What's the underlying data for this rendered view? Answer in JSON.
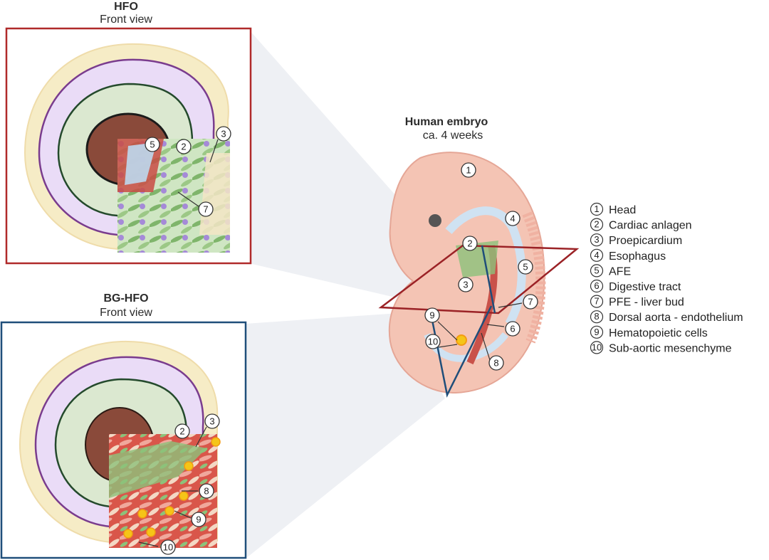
{
  "panels": {
    "hfo": {
      "title": "HFO",
      "subtitle": "Front view",
      "frame_color": "#b02a2a"
    },
    "bg_hfo": {
      "title": "BG-HFO",
      "subtitle": "Front view",
      "frame_color": "#1f4e7a"
    }
  },
  "embryo": {
    "title": "Human embryo",
    "subtitle": "ca. 4 weeks"
  },
  "legend": [
    {
      "num": "1",
      "label": "Head"
    },
    {
      "num": "2",
      "label": "Cardiac anlagen"
    },
    {
      "num": "3",
      "label": "Proepicardium"
    },
    {
      "num": "4",
      "label": "Esophagus"
    },
    {
      "num": "5",
      "label": "AFE"
    },
    {
      "num": "6",
      "label": "Digestive tract"
    },
    {
      "num": "7",
      "label": "PFE - liver bud"
    },
    {
      "num": "8",
      "label": "Dorsal aorta - endothelium"
    },
    {
      "num": "9",
      "label": "Hematopoietic cells"
    },
    {
      "num": "10",
      "label": "Sub-aortic mesenchyme"
    }
  ],
  "markers": {
    "hfo": [
      "5",
      "2",
      "3",
      "7"
    ],
    "bg_hfo": [
      "2",
      "3",
      "8",
      "9",
      "10"
    ],
    "embryo": [
      "1",
      "4",
      "2",
      "5",
      "3",
      "7",
      "9",
      "10",
      "6",
      "8"
    ]
  },
  "colors": {
    "tissue_outer": "#f6ecc6",
    "tissue_purple": "#eadcf7",
    "tissue_green": "#dbe8d0",
    "core_brown": "#8a4a3a",
    "embryo_skin": "#f4c4b4",
    "esophagus_blue": "#cfe2f2",
    "aorta_red": "#c9524a",
    "hemato_yellow": "#f5c518"
  }
}
